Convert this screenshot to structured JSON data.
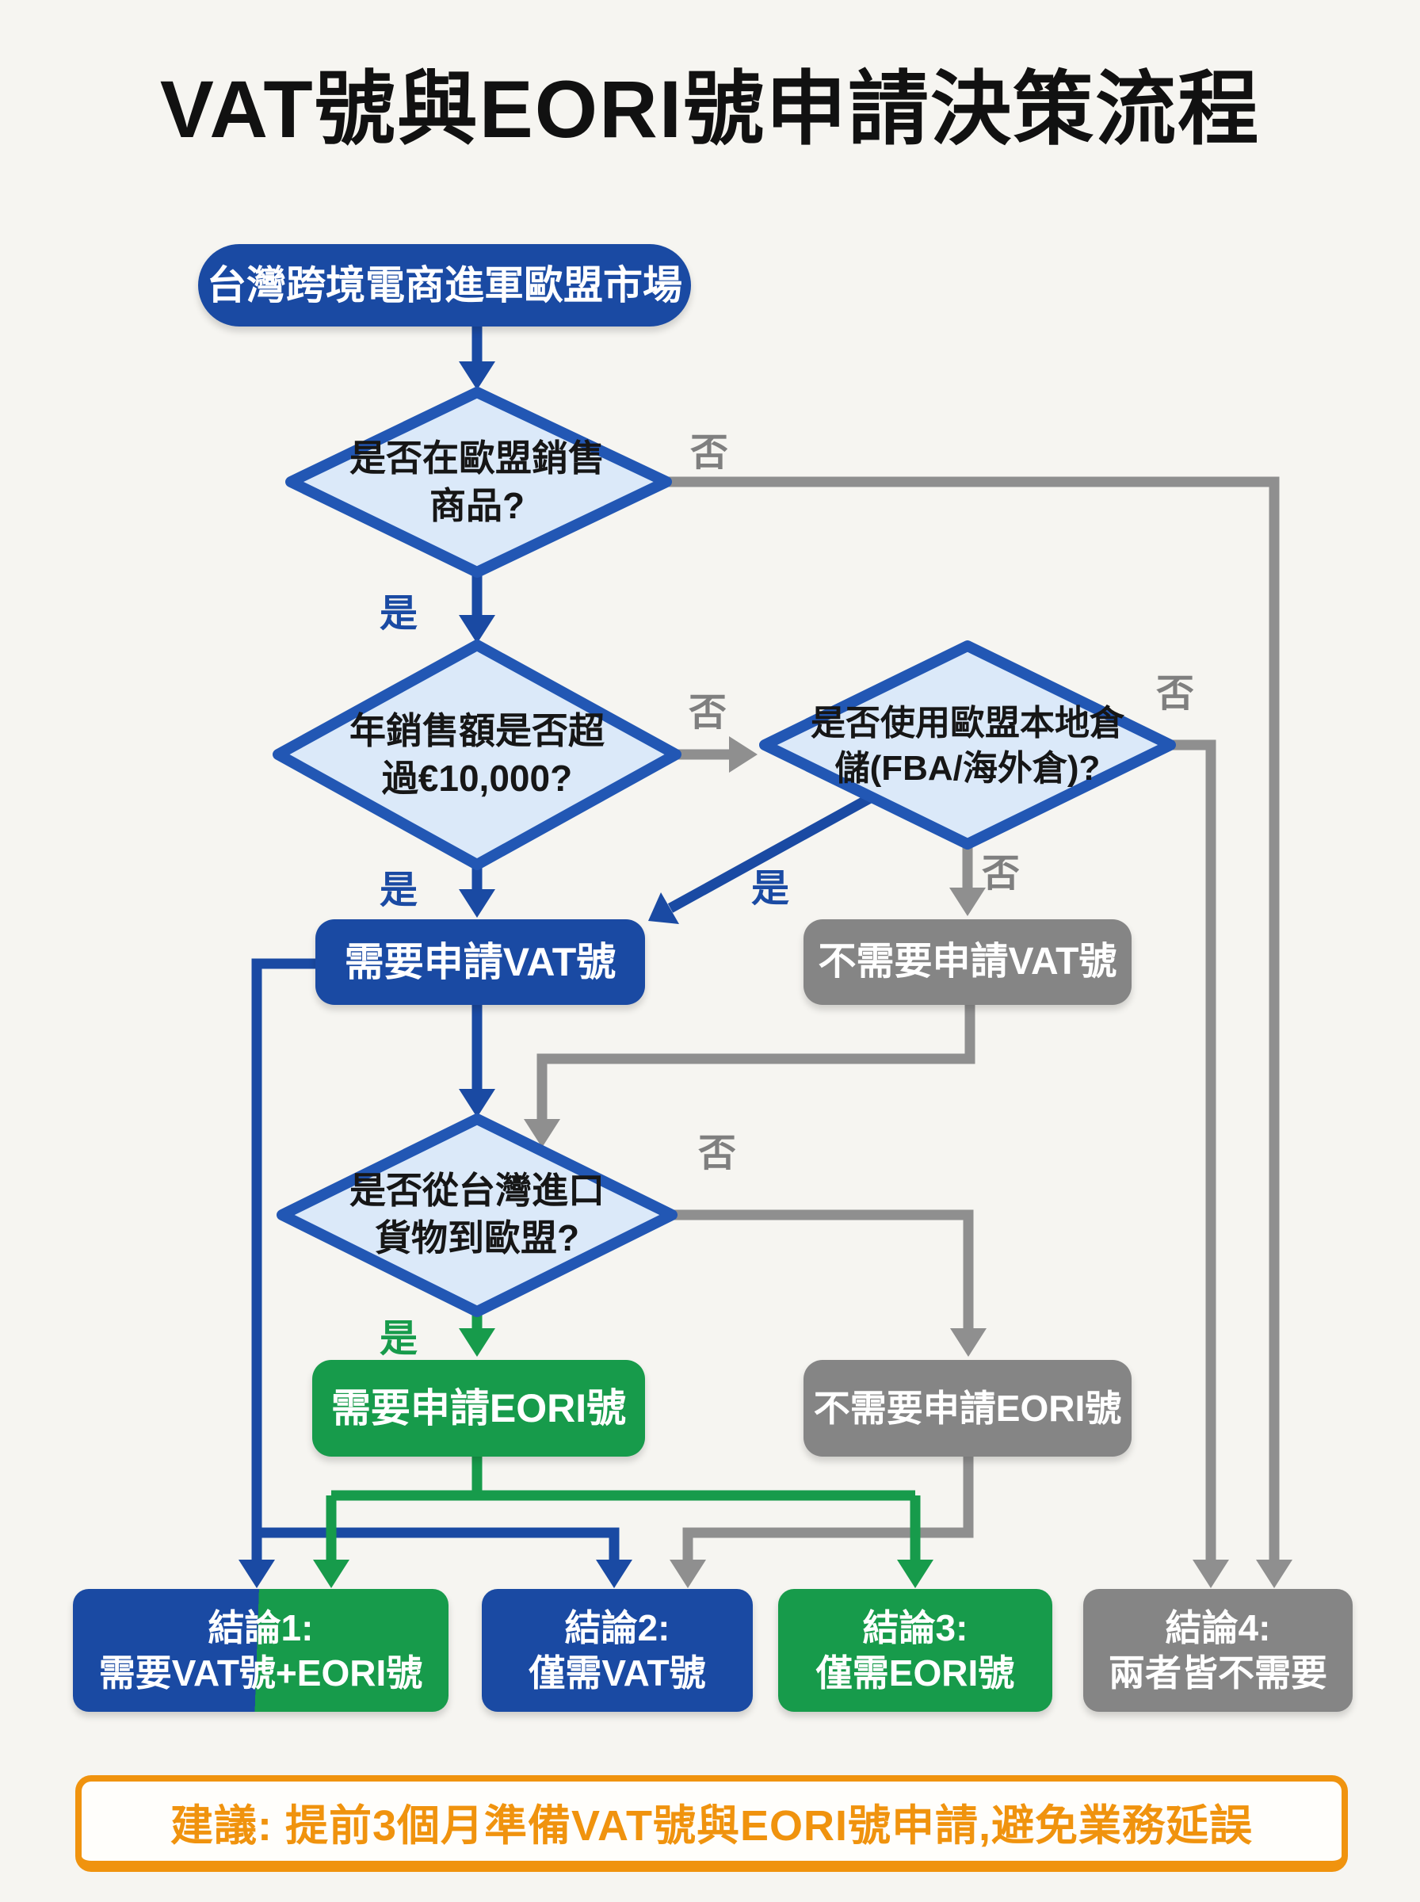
{
  "title": "VAT號與EORI號申請決策流程",
  "start": {
    "label": "台灣跨境電商進軍歐盟市場"
  },
  "decisions": {
    "d1": {
      "line1": "是否在歐盟銷售",
      "line2": "商品?"
    },
    "d2": {
      "line1": "年銷售額是否超",
      "line2": "過€10,000?"
    },
    "d3": {
      "line1": "是否使用歐盟本地倉",
      "line2": "儲(FBA/海外倉)?"
    },
    "d4": {
      "line1": "是否從台灣進口",
      "line2": "貨物到歐盟?"
    }
  },
  "results": {
    "vat_yes": "需要申請VAT號",
    "vat_no": "不需要申請VAT號",
    "eori_yes": "需要申請EORI號",
    "eori_no": "不需要申請EORI號"
  },
  "conclusions": {
    "c1": {
      "line1": "結論1:",
      "line2": "需要VAT號+EORI號"
    },
    "c2": {
      "line1": "結論2:",
      "line2": "僅需VAT號"
    },
    "c3": {
      "line1": "結論3:",
      "line2": "僅需EORI號"
    },
    "c4": {
      "line1": "結論4:",
      "line2": "兩者皆不需要"
    }
  },
  "branch_labels": {
    "yes": "是",
    "no": "否"
  },
  "banner": {
    "text": "建議: 提前3個月準備VAT號與EORI號申請,避免業務延誤"
  },
  "colors": {
    "blue": "#1a4aa3",
    "green": "#179b4b",
    "gray": "#858585",
    "line_gray": "#8f8f8f",
    "diamond_fill": "#dbe9f9",
    "diamond_border": "#2257b4",
    "orange": "#f0930e"
  }
}
